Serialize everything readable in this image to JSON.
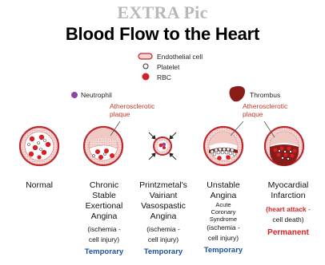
{
  "watermark": "EXTRA Pic",
  "title": "Blood Flow to the Heart",
  "legend": {
    "endothelial": "Endothelial cell",
    "platelet": "Platelet",
    "rbc": "RBC",
    "neutrophil": "Neutrophil",
    "thrombus": "Thrombus"
  },
  "labels": {
    "plaque1_line1": "Atherosclerotic",
    "plaque1_line2": "plaque",
    "plaque2_line1": "Atherosclerotic",
    "plaque2_line2": "plaque"
  },
  "columns": {
    "normal": {
      "l1": "Normal"
    },
    "chronic": {
      "l1": "Chronic",
      "l2": "Stable",
      "l3": "Exertional",
      "l4": "Angina",
      "n1": "(ischemia -",
      "n2": "cell injury)",
      "status": "Temporary"
    },
    "prinzmetal": {
      "l1": "Printzmetal's",
      "l2": "Vairiant",
      "l3": "Vasospastic",
      "l4": "Angina",
      "n1": "(ischemia -",
      "n2": "cell injury)",
      "status": "Temporary"
    },
    "unstable": {
      "l1": "Unstable",
      "l2": "Angina",
      "s1": "Acute",
      "s2": "Coronary",
      "s3": "Syndrome",
      "n1": "(ischemia -",
      "n2": "cell injury)",
      "status": "Temporary"
    },
    "mi": {
      "l1": "Myocardial",
      "l2": "Infarction",
      "n1": "(heart attack",
      "n1b": " -",
      "n2": "cell death)",
      "status": "Permanent"
    }
  },
  "colors": {
    "vessel_fill": "#f3d6d3",
    "vessel_border": "#c0272d",
    "rbc": "#d81f26",
    "thrombus": "#8a1c17",
    "plaque": "#ffffff",
    "neutrophil": "#8e44ad",
    "temporary": "#1a4f9c",
    "permanent": "#d81f26"
  }
}
